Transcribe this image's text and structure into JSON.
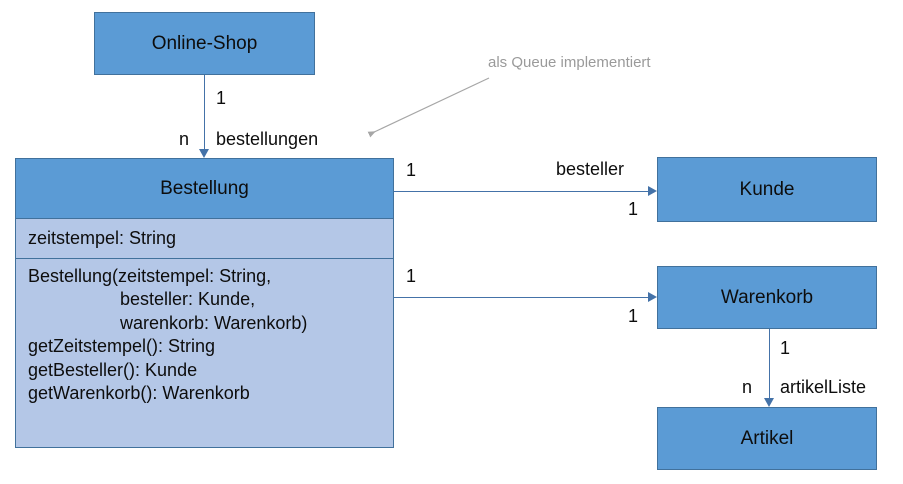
{
  "diagram": {
    "type": "uml-class-diagram",
    "colors": {
      "class_header_fill": "#5B9BD5",
      "class_body_fill": "#B4C7E7",
      "class_border": "#41719C",
      "connector": "#4472A8",
      "note_text": "#9A9A9A",
      "background": "#FFFFFF",
      "text": "#0D0D0D"
    },
    "classes": {
      "online_shop": {
        "name": "Online-Shop"
      },
      "bestellung": {
        "name": "Bestellung",
        "attributes": [
          "zeitstempel: String"
        ],
        "operations": [
          "Bestellung(zeitstempel: String,",
          "besteller: Kunde,",
          "warenkorb: Warenkorb)",
          "getZeitstempel(): String",
          "getBesteller(): Kunde",
          "getWarenkorb(): Warenkorb"
        ]
      },
      "kunde": {
        "name": "Kunde"
      },
      "warenkorb": {
        "name": "Warenkorb"
      },
      "artikel": {
        "name": "Artikel"
      }
    },
    "associations": [
      {
        "id": "shop-bestellung",
        "from": "Online-Shop",
        "to": "Bestellung",
        "role": "bestellungen",
        "source_multiplicity": "1",
        "target_multiplicity": "n"
      },
      {
        "id": "bestellung-kunde",
        "from": "Bestellung",
        "to": "Kunde",
        "role": "besteller",
        "source_multiplicity": "1",
        "target_multiplicity": "1"
      },
      {
        "id": "bestellung-warenkorb",
        "from": "Bestellung",
        "to": "Warenkorb",
        "role": "",
        "source_multiplicity": "1",
        "target_multiplicity": "1"
      },
      {
        "id": "warenkorb-artikel",
        "from": "Warenkorb",
        "to": "Artikel",
        "role": "artikelListe",
        "source_multiplicity": "1",
        "target_multiplicity": "n"
      }
    ],
    "note": {
      "text": "als Queue implementiert"
    }
  }
}
